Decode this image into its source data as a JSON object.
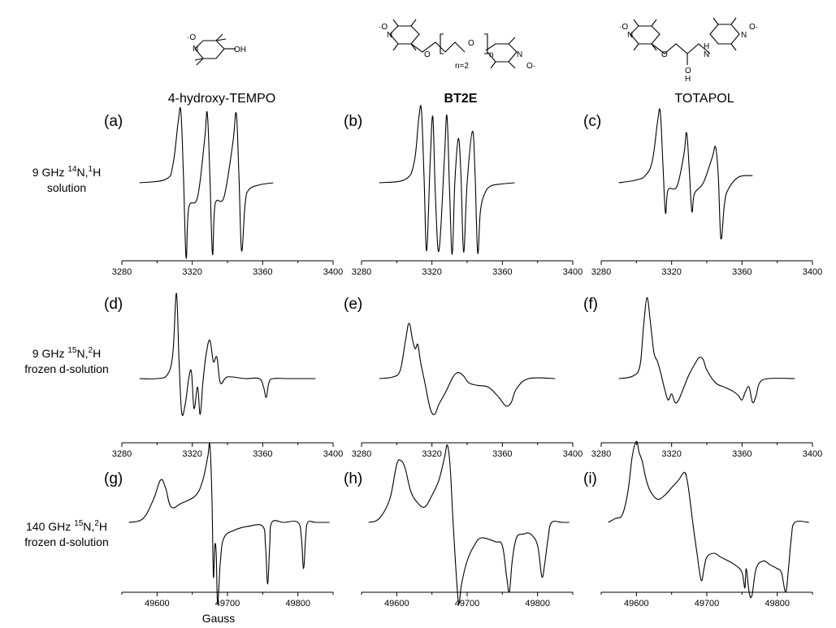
{
  "figure": {
    "columns": [
      {
        "title": "4-hydroxy-TEMPO",
        "bold": false
      },
      {
        "title": "BT2E",
        "bold": true
      },
      {
        "title": "TOTAPOL",
        "bold": false
      }
    ],
    "row_labels": [
      {
        "freq": "9 GHz ",
        "iso1": "14",
        "el1": "N,",
        "iso2": "1",
        "el2": "H",
        "line2": "solution"
      },
      {
        "freq": "9 GHz ",
        "iso1": "15",
        "el1": "N,",
        "iso2": "2",
        "el2": "H",
        "line2": "frozen d-solution"
      },
      {
        "freq": "140 GHz ",
        "iso1": "15",
        "el1": "N,",
        "iso2": "2",
        "el2": "H",
        "line2": "frozen d-solution"
      }
    ],
    "structures": [
      {
        "labels": [
          "·O",
          "N",
          "OH"
        ]
      },
      {
        "labels": [
          "·O",
          "N",
          "O",
          "O",
          "n",
          "n=2",
          "N",
          "O·"
        ]
      },
      {
        "labels": [
          "·O",
          "N",
          "O",
          "O",
          "H",
          "N",
          "H",
          "N",
          "O·"
        ]
      }
    ],
    "xlabel": "Gauss"
  },
  "chart_data": [
    {
      "panel": "(a)",
      "type": "line",
      "row": 0,
      "col": 0,
      "xlim": [
        3280,
        3400
      ],
      "xticks": [
        3280,
        3320,
        3360,
        3400
      ],
      "x": [
        3290,
        3305,
        3309,
        3312,
        3313.5,
        3315,
        3316.5,
        3318,
        3323,
        3327,
        3328.5,
        3330,
        3331.5,
        3333,
        3338,
        3343,
        3345,
        3346.5,
        3348,
        3350,
        3352,
        3358,
        3366
      ],
      "y": [
        0,
        0.05,
        0.25,
        0.85,
        1.0,
        0.1,
        -1.05,
        -0.35,
        -0.2,
        0.6,
        0.98,
        0.1,
        -1.0,
        -0.3,
        -0.2,
        0.55,
        0.97,
        0.1,
        -0.95,
        -0.3,
        -0.1,
        -0.03,
        0
      ]
    },
    {
      "panel": "(b)",
      "type": "line",
      "row": 0,
      "col": 1,
      "xlim": [
        3280,
        3400
      ],
      "xticks": [
        3280,
        3320,
        3360,
        3400
      ],
      "x": [
        3290,
        3305,
        3310,
        3312.5,
        3314,
        3315.5,
        3317,
        3319,
        3320.5,
        3322,
        3324,
        3327,
        3328.5,
        3330,
        3331.5,
        3333,
        3335,
        3336.5,
        3338,
        3340,
        3343,
        3344.5,
        3346,
        3347.5,
        3350,
        3353,
        3358,
        3367
      ],
      "y": [
        0,
        0.05,
        0.3,
        0.9,
        1.02,
        0.1,
        -0.95,
        0.3,
        0.92,
        -0.2,
        -0.95,
        0.3,
        0.94,
        -0.1,
        -1.0,
        0.0,
        0.62,
        0.1,
        -0.97,
        0.0,
        0.72,
        0.1,
        -0.98,
        -0.4,
        -0.15,
        -0.05,
        -0.02,
        0
      ]
    },
    {
      "panel": "(c)",
      "type": "line",
      "row": 0,
      "col": 2,
      "xlim": [
        3280,
        3400
      ],
      "xticks": [
        3280,
        3320,
        3360,
        3400
      ],
      "x": [
        3290,
        3300,
        3305,
        3309,
        3312,
        3313.5,
        3315,
        3316.5,
        3318,
        3323,
        3327,
        3328.5,
        3330,
        3331.5,
        3333,
        3338,
        3343,
        3345,
        3346.5,
        3348,
        3350,
        3352,
        3358,
        3366
      ],
      "y": [
        0,
        0.04,
        0.1,
        0.3,
        0.85,
        1.0,
        0.3,
        -0.42,
        -0.1,
        -0.05,
        0.4,
        0.7,
        0.2,
        -0.4,
        -0.15,
        0.0,
        0.35,
        0.5,
        0.1,
        -0.78,
        -0.3,
        -0.1,
        0.08,
        0.1
      ]
    },
    {
      "panel": "(d)",
      "type": "line",
      "row": 1,
      "col": 0,
      "xlim": [
        3280,
        3400
      ],
      "xticks": [
        3280,
        3320,
        3360,
        3400
      ],
      "x": [
        3290,
        3300,
        3306,
        3309,
        3311,
        3312.5,
        3314,
        3316,
        3318,
        3319.5,
        3321,
        3323,
        3324.5,
        3326,
        3328,
        3330,
        3332,
        3334,
        3336,
        3340,
        3350,
        3358,
        3360.5,
        3362,
        3363.5,
        3366,
        3375,
        3390
      ],
      "y": [
        0,
        0.0,
        0.05,
        0.3,
        1.0,
        0.2,
        -0.4,
        -0.3,
        0.0,
        0.08,
        -0.35,
        -0.1,
        -0.42,
        -0.05,
        0.3,
        0.45,
        0.2,
        0.25,
        -0.05,
        0.02,
        0.0,
        0.0,
        -0.1,
        -0.22,
        -0.05,
        0.0,
        0.0,
        0
      ]
    },
    {
      "panel": "(e)",
      "type": "line",
      "row": 1,
      "col": 1,
      "xlim": [
        3280,
        3400
      ],
      "xticks": [
        3280,
        3320,
        3360,
        3400
      ],
      "x": [
        3290,
        3298,
        3302,
        3305,
        3307,
        3309,
        3310.5,
        3312,
        3313.5,
        3316,
        3319,
        3321.5,
        3324,
        3328,
        3332,
        3335,
        3338,
        3341,
        3346,
        3352,
        3358,
        3362,
        3365,
        3368,
        3375,
        3390
      ],
      "y": [
        0,
        0.02,
        0.1,
        0.45,
        0.65,
        0.45,
        0.35,
        0.4,
        0.2,
        -0.05,
        -0.35,
        -0.42,
        -0.3,
        -0.15,
        0.02,
        0.07,
        0.03,
        -0.05,
        -0.08,
        -0.1,
        -0.22,
        -0.32,
        -0.28,
        -0.12,
        0.0,
        0
      ]
    },
    {
      "panel": "(f)",
      "type": "line",
      "row": 1,
      "col": 2,
      "xlim": [
        3280,
        3400
      ],
      "xticks": [
        3280,
        3320,
        3360,
        3400
      ],
      "x": [
        3290,
        3298,
        3302,
        3304,
        3306,
        3308,
        3310,
        3312,
        3314,
        3316,
        3318,
        3320,
        3322,
        3324,
        3327,
        3330,
        3334,
        3336,
        3338,
        3340,
        3345,
        3350,
        3355,
        3358,
        3360,
        3362,
        3364,
        3366,
        3368,
        3370,
        3375,
        3390
      ],
      "y": [
        0,
        0.03,
        0.15,
        0.6,
        0.95,
        0.65,
        0.3,
        0.2,
        0.05,
        -0.12,
        -0.25,
        -0.18,
        -0.28,
        -0.25,
        -0.1,
        0.05,
        0.2,
        0.25,
        0.22,
        0.1,
        -0.05,
        -0.1,
        -0.15,
        -0.2,
        -0.25,
        -0.15,
        -0.1,
        -0.28,
        -0.2,
        -0.05,
        0.0,
        0
      ]
    },
    {
      "panel": "(g)",
      "type": "line",
      "row": 2,
      "col": 0,
      "xlim": [
        49550,
        49850
      ],
      "xticks": [
        49600,
        49700,
        49800
      ],
      "x": [
        49560,
        49580,
        49595,
        49605,
        49612,
        49620,
        49635,
        49655,
        49665,
        49672,
        49675,
        49678,
        49680,
        49682,
        49684,
        49686,
        49690,
        49695,
        49710,
        49730,
        49750,
        49754,
        49757,
        49760,
        49763,
        49780,
        49800,
        49805,
        49808,
        49811,
        49814,
        49825,
        49845
      ],
      "y": [
        0,
        0.05,
        0.3,
        0.55,
        0.45,
        0.2,
        0.25,
        0.35,
        0.55,
        0.85,
        1.0,
        0.3,
        -0.7,
        -0.3,
        -0.4,
        -1.05,
        -0.5,
        -0.2,
        -0.1,
        -0.05,
        -0.05,
        -0.3,
        -0.8,
        -0.3,
        0.0,
        0.0,
        0.0,
        -0.2,
        -0.6,
        -0.2,
        0.0,
        0.0,
        0
      ]
    },
    {
      "panel": "(h)",
      "type": "line",
      "row": 2,
      "col": 1,
      "xlim": [
        49550,
        49850
      ],
      "xticks": [
        49600,
        49700,
        49800
      ],
      "x": [
        49560,
        49575,
        49590,
        49600,
        49606,
        49612,
        49620,
        49630,
        49640,
        49650,
        49660,
        49668,
        49672,
        49676,
        49680,
        49684,
        49688,
        49692,
        49700,
        49710,
        49720,
        49740,
        49750,
        49756,
        49760,
        49764,
        49770,
        49780,
        49790,
        49800,
        49806,
        49810,
        49815,
        49820,
        49835,
        49845
      ],
      "y": [
        0,
        0.05,
        0.3,
        0.75,
        0.8,
        0.7,
        0.4,
        0.25,
        0.2,
        0.35,
        0.55,
        0.85,
        1.0,
        0.7,
        0.0,
        -0.6,
        -1.05,
        -0.8,
        -0.5,
        -0.3,
        -0.2,
        -0.25,
        -0.3,
        -0.7,
        -0.9,
        -0.5,
        -0.2,
        -0.15,
        -0.15,
        -0.3,
        -0.7,
        -0.55,
        -0.2,
        0.0,
        0.0,
        0
      ]
    },
    {
      "panel": "(i)",
      "type": "line",
      "row": 2,
      "col": 2,
      "xlim": [
        49550,
        49850
      ],
      "xticks": [
        49600,
        49700,
        49800
      ],
      "x": [
        49560,
        49570,
        49580,
        49588,
        49594,
        49600,
        49604,
        49608,
        49614,
        49620,
        49630,
        49640,
        49650,
        49660,
        49668,
        49672,
        49676,
        49680,
        49686,
        49692,
        49696,
        49700,
        49710,
        49720,
        49740,
        49750,
        49754,
        49756,
        49760,
        49764,
        49770,
        49780,
        49790,
        49800,
        49806,
        49812,
        49816,
        49820,
        49825,
        49845
      ],
      "y": [
        0,
        0.05,
        0.1,
        0.4,
        0.85,
        1.05,
        0.9,
        0.8,
        0.55,
        0.4,
        0.3,
        0.35,
        0.45,
        0.55,
        0.65,
        0.55,
        0.3,
        0.0,
        -0.4,
        -0.75,
        -0.6,
        -0.45,
        -0.4,
        -0.45,
        -0.55,
        -0.65,
        -0.85,
        -0.6,
        -0.9,
        -0.95,
        -0.6,
        -0.5,
        -0.55,
        -0.6,
        -0.65,
        -0.9,
        -0.6,
        -0.2,
        0.0,
        0
      ]
    }
  ]
}
